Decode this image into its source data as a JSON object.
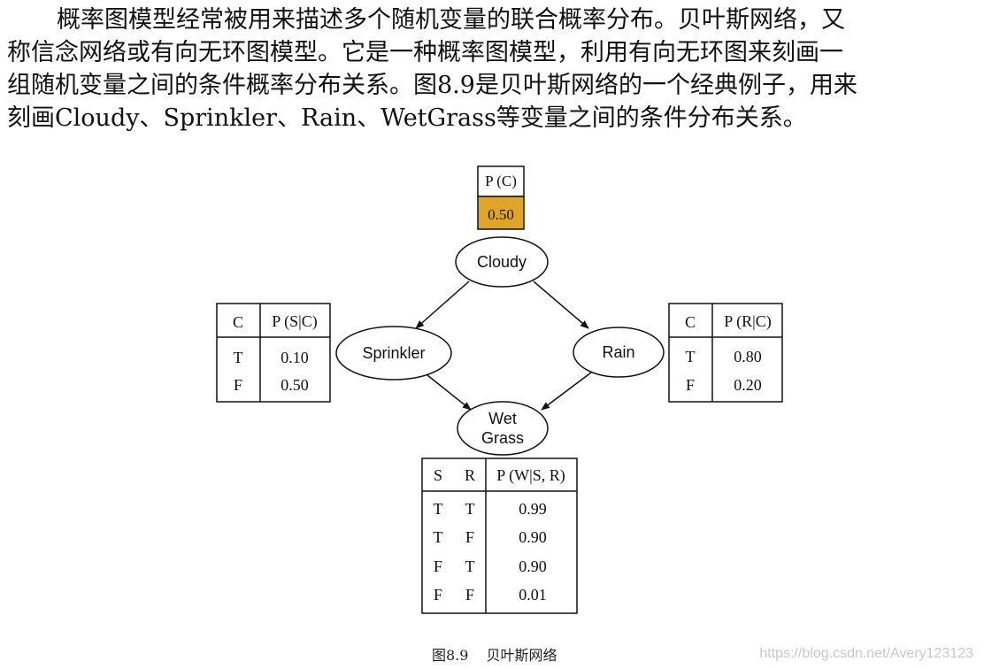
{
  "paragraph": {
    "lines": [
      "概率图模型经常被用来描述多个随机变量的联合概率分布。贝叶斯网络，又",
      "称信念网络或有向无环图模型。它是一种概率图模型，利用有向无环图来刻画一",
      "组随机变量之间的条件概率分布关系。图8.9是贝叶斯网络的一个经典例子，用来",
      "刻画Cloudy、Sprinkler、Rain、WetGrass等变量之间的条件分布关系。"
    ]
  },
  "nodes": {
    "cloudy": "Cloudy",
    "sprinkler": "Sprinkler",
    "rain": "Rain",
    "wetgrass_line1": "Wet",
    "wetgrass_line2": "Grass"
  },
  "tables": {
    "p_c": {
      "header": "P (C)",
      "value": "0.50",
      "highlight_color": "#e0a526"
    },
    "p_s_given_c": {
      "headers": [
        "C",
        "P (S|C)"
      ],
      "rows": [
        [
          "T",
          "0.10"
        ],
        [
          "F",
          "0.50"
        ]
      ]
    },
    "p_r_given_c": {
      "headers": [
        "C",
        "P (R|C)"
      ],
      "rows": [
        [
          "T",
          "0.80"
        ],
        [
          "F",
          "0.20"
        ]
      ]
    },
    "p_w_given_s_r": {
      "headers": [
        "S",
        "R",
        "P (W|S, R)"
      ],
      "rows": [
        [
          "T",
          "T",
          "0.99"
        ],
        [
          "T",
          "F",
          "0.90"
        ],
        [
          "F",
          "T",
          "0.90"
        ],
        [
          "F",
          "F",
          "0.01"
        ]
      ]
    }
  },
  "caption": {
    "figure": "图8.9",
    "title": "贝叶斯网络"
  },
  "watermark": "https://blog.csdn.net/Avery123123"
}
